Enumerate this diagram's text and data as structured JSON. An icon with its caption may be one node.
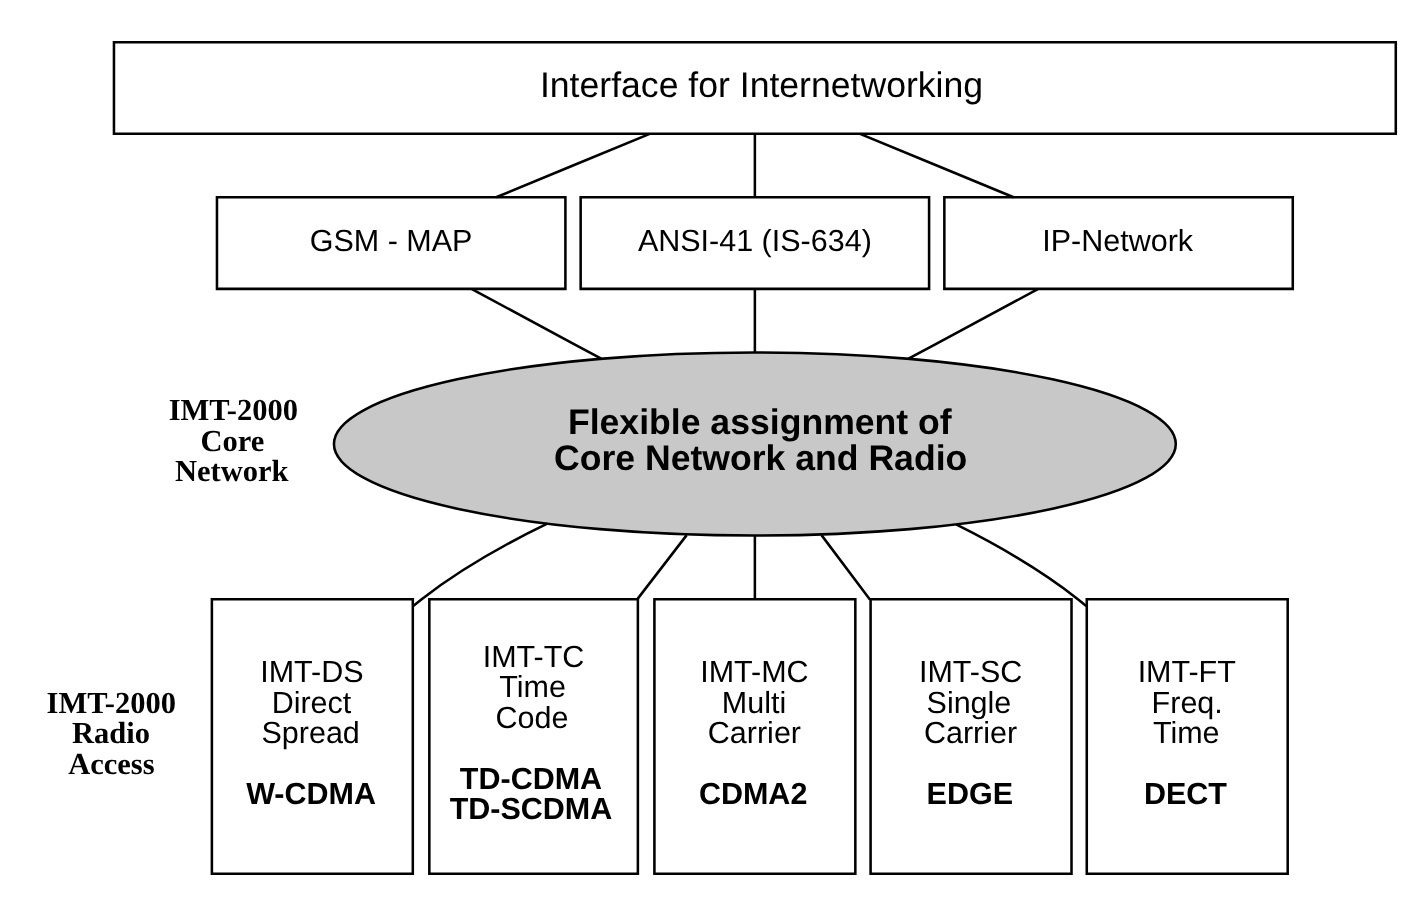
{
  "diagram": {
    "nodes": [
      {
        "text": [
          "Interface for Internetworking"
        ]
      },
      {
        "text": [
          "GSM - MAP"
        ]
      },
      {
        "text": [
          "ANSI-41 (IS-634)"
        ]
      },
      {
        "text": [
          "IP-Network"
        ]
      },
      {
        "text": [
          "Flexible assignment of Core Network and Radio"
        ],
        "beside": [
          "IMT-2000 Core Network"
        ]
      },
      {
        "text": [
          "IMT-DS Direct Spread",
          "W-CDMA"
        ]
      },
      {
        "text": [
          "IMT-TC Time Code",
          "TD-CDMA TD-SCDMA"
        ]
      },
      {
        "text": [
          "IMT-MC Multi Carrier",
          "CDMA2"
        ]
      },
      {
        "text": [
          "IMT-SC Single Carrier",
          "EDGE"
        ]
      },
      {
        "text": [
          "IMT-FT Freq. Time",
          "DECT"
        ]
      }
    ],
    "edges": [
      {
        "from": 0,
        "to": 1,
        "arrow": "none"
      },
      {
        "from": 0,
        "to": 2,
        "arrow": "none"
      },
      {
        "from": 0,
        "to": 3,
        "arrow": "none"
      },
      {
        "from": 1,
        "to": 4,
        "arrow": "none"
      },
      {
        "from": 2,
        "to": 4,
        "arrow": "none"
      },
      {
        "from": 3,
        "to": 4,
        "arrow": "none"
      },
      {
        "from": 4,
        "to": 5,
        "arrow": "none"
      },
      {
        "from": 4,
        "to": 6,
        "arrow": "none"
      },
      {
        "from": 4,
        "to": 7,
        "arrow": "none"
      },
      {
        "from": 4,
        "to": 8,
        "arrow": "none"
      },
      {
        "from": 4,
        "to": 9,
        "arrow": "none"
      }
    ],
    "labels": [
      "IMT-2000 Radio Access"
    ]
  }
}
